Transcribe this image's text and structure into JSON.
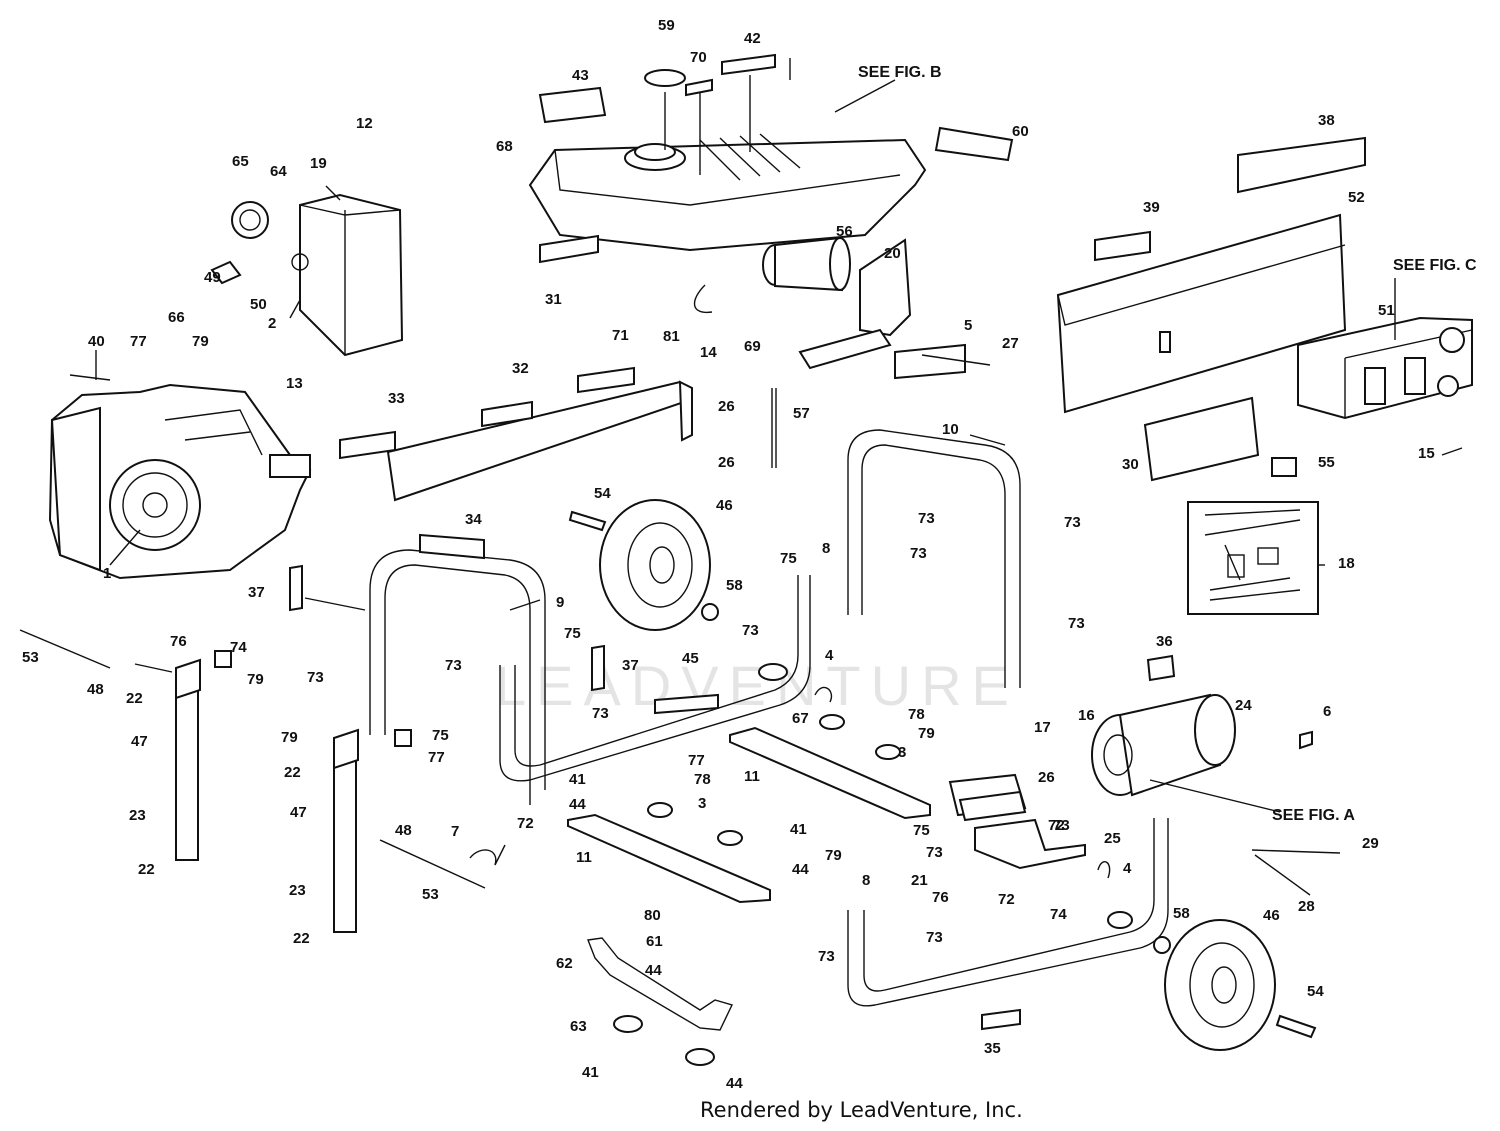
{
  "credit": "Rendered by LeadVenture, Inc.",
  "watermark": "LEADVENTURE",
  "colors": {
    "ink": "#111111",
    "paper": "#ffffff",
    "watermark": "#cfcfcf"
  },
  "figure_refs": [
    "SEE FIG. A",
    "SEE FIG. B",
    "SEE FIG. C"
  ],
  "part_numbers": [
    "1",
    "2",
    "3",
    "3",
    "4",
    "4",
    "5",
    "6",
    "7",
    "8",
    "8",
    "9",
    "10",
    "11",
    "11",
    "12",
    "13",
    "14",
    "15",
    "16",
    "17",
    "18",
    "19",
    "20",
    "21",
    "22",
    "22",
    "22",
    "22",
    "23",
    "23",
    "24",
    "25",
    "26",
    "26",
    "26",
    "27",
    "28",
    "29",
    "30",
    "31",
    "32",
    "33",
    "34",
    "35",
    "36",
    "37",
    "37",
    "38",
    "39",
    "40",
    "41",
    "41",
    "41",
    "42",
    "43",
    "44",
    "44",
    "44",
    "44",
    "45",
    "46",
    "46",
    "47",
    "47",
    "48",
    "48",
    "49",
    "50",
    "51",
    "52",
    "53",
    "53",
    "54",
    "54",
    "55",
    "56",
    "57",
    "58",
    "58",
    "59",
    "60",
    "61",
    "62",
    "63",
    "64",
    "65",
    "66",
    "67",
    "68",
    "69",
    "70",
    "71",
    "72",
    "72",
    "72",
    "73",
    "73",
    "73",
    "73",
    "73",
    "73",
    "73",
    "73",
    "73",
    "73",
    "73",
    "73",
    "74",
    "74",
    "75",
    "75",
    "75",
    "75",
    "76",
    "76",
    "77",
    "77",
    "77",
    "78",
    "78",
    "79",
    "79",
    "79",
    "79",
    "79",
    "80",
    "81"
  ]
}
